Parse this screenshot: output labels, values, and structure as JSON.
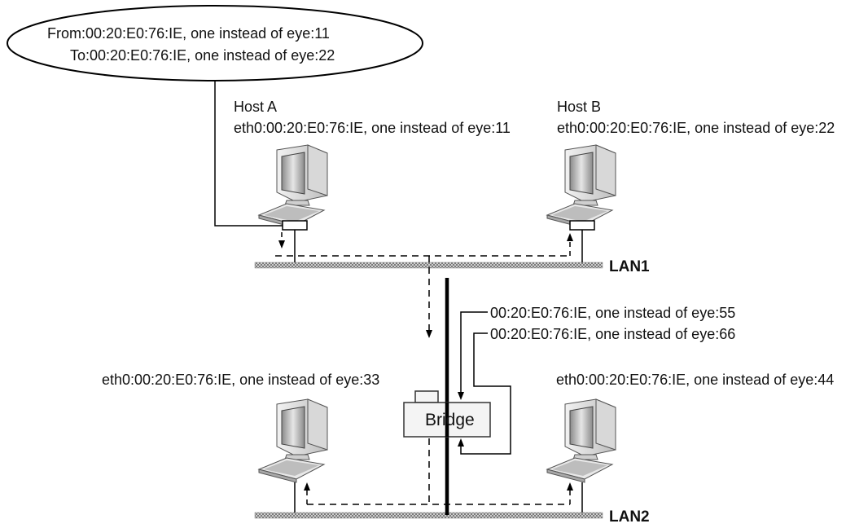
{
  "callout": {
    "from_line": "From:00:20:E0:76:IE, one instead of eye:11",
    "to_line": "To:00:20:E0:76:IE, one instead of eye:22"
  },
  "hosts": [
    {
      "id": "host-a",
      "name": "Host A",
      "eth": "eth0:00:20:E0:76:IE, one instead of eye:11"
    },
    {
      "id": "host-b",
      "name": "Host B",
      "eth": "eth0:00:20:E0:76:IE, one instead of eye:22"
    },
    {
      "id": "host-c",
      "name": "",
      "eth": "eth0:00:20:E0:76:IE, one instead of eye:33"
    },
    {
      "id": "host-d",
      "name": "",
      "eth": "eth0:00:20:E0:76:IE, one instead of eye:44"
    }
  ],
  "bridge": {
    "label": "Bridge",
    "port_macs": [
      "00:20:E0:76:IE, one instead of eye:55",
      "00:20:E0:76:IE, one instead of eye:66"
    ]
  },
  "lans": [
    "LAN1",
    "LAN2"
  ],
  "icons": [
    "computer-icon",
    "network-card-icon",
    "bridge-icon"
  ]
}
